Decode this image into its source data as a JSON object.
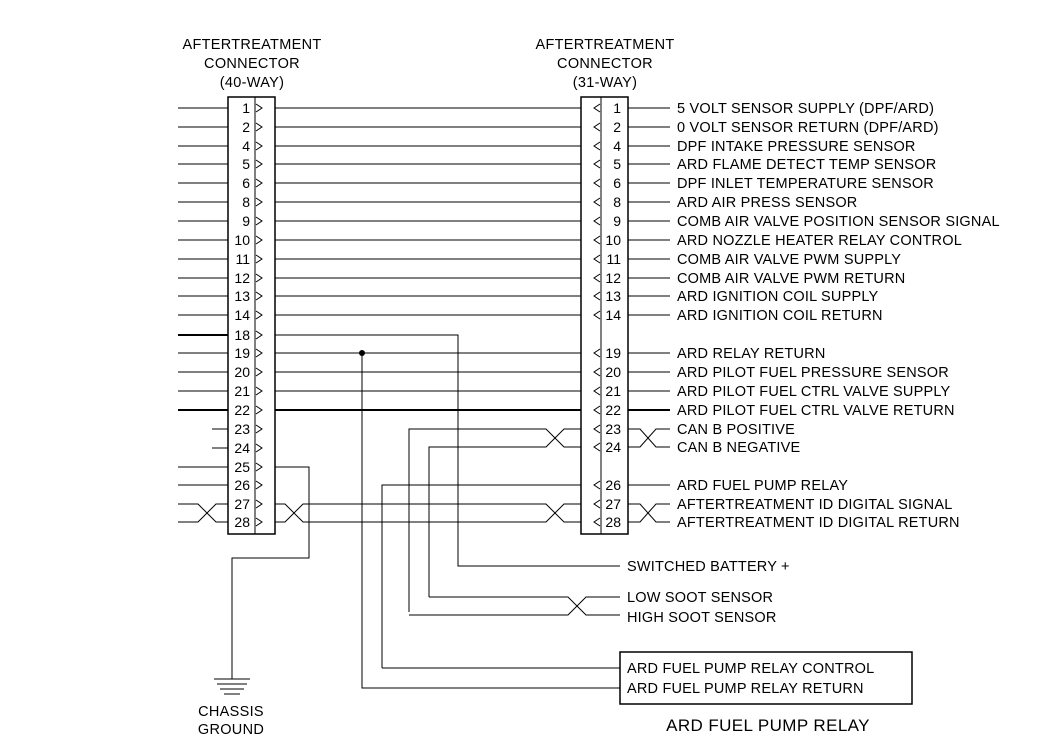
{
  "left_connector": {
    "title": [
      "AFTERTREATMENT",
      "CONNECTOR",
      "(40-WAY)"
    ],
    "pins": [
      "1",
      "2",
      "4",
      "5",
      "6",
      "8",
      "9",
      "10",
      "11",
      "12",
      "13",
      "14",
      "18",
      "19",
      "20",
      "21",
      "22",
      "23",
      "24",
      "25",
      "26",
      "27",
      "28"
    ]
  },
  "right_connector": {
    "title": [
      "AFTERTREATMENT",
      "CONNECTOR",
      "(31-WAY)"
    ],
    "pins": [
      "1",
      "2",
      "4",
      "5",
      "6",
      "8",
      "9",
      "10",
      "11",
      "12",
      "13",
      "14",
      "19",
      "20",
      "21",
      "22",
      "23",
      "24",
      "26",
      "27",
      "28"
    ]
  },
  "signals": [
    "5 VOLT SENSOR SUPPLY (DPF/ARD)",
    "0 VOLT SENSOR RETURN (DPF/ARD)",
    "DPF INTAKE PRESSURE SENSOR",
    "ARD FLAME DETECT TEMP SENSOR",
    "DPF INLET TEMPERATURE SENSOR",
    "ARD AIR PRESS SENSOR",
    "COMB AIR VALVE POSITION SENSOR SIGNAL",
    "ARD NOZZLE HEATER RELAY CONTROL",
    "COMB AIR VALVE PWM SUPPLY",
    "COMB AIR VALVE PWM RETURN",
    "ARD IGNITION COIL SUPPLY",
    "ARD IGNITION COIL RETURN",
    "ARD RELAY RETURN",
    "ARD PILOT FUEL PRESSURE SENSOR",
    "ARD PILOT FUEL CTRL VALVE  SUPPLY",
    "ARD PILOT FUEL CTRL VALVE  RETURN",
    "CAN B POSITIVE",
    "CAN B NEGATIVE",
    "ARD FUEL PUMP RELAY",
    "AFTERTREATMENT ID DIGITAL SIGNAL",
    "AFTERTREATMENT ID DIGITAL RETURN"
  ],
  "lower_labels": {
    "switched_battery": "SWITCHED BATTERY +",
    "low_soot": "LOW SOOT SENSOR",
    "high_soot": "HIGH SOOT SENSOR"
  },
  "relay": {
    "control": "ARD FUEL PUMP RELAY CONTROL",
    "return": "ARD FUEL PUMP RELAY  RETURN",
    "title": "ARD FUEL PUMP RELAY"
  },
  "ground": [
    "CHASSIS",
    "GROUND"
  ]
}
